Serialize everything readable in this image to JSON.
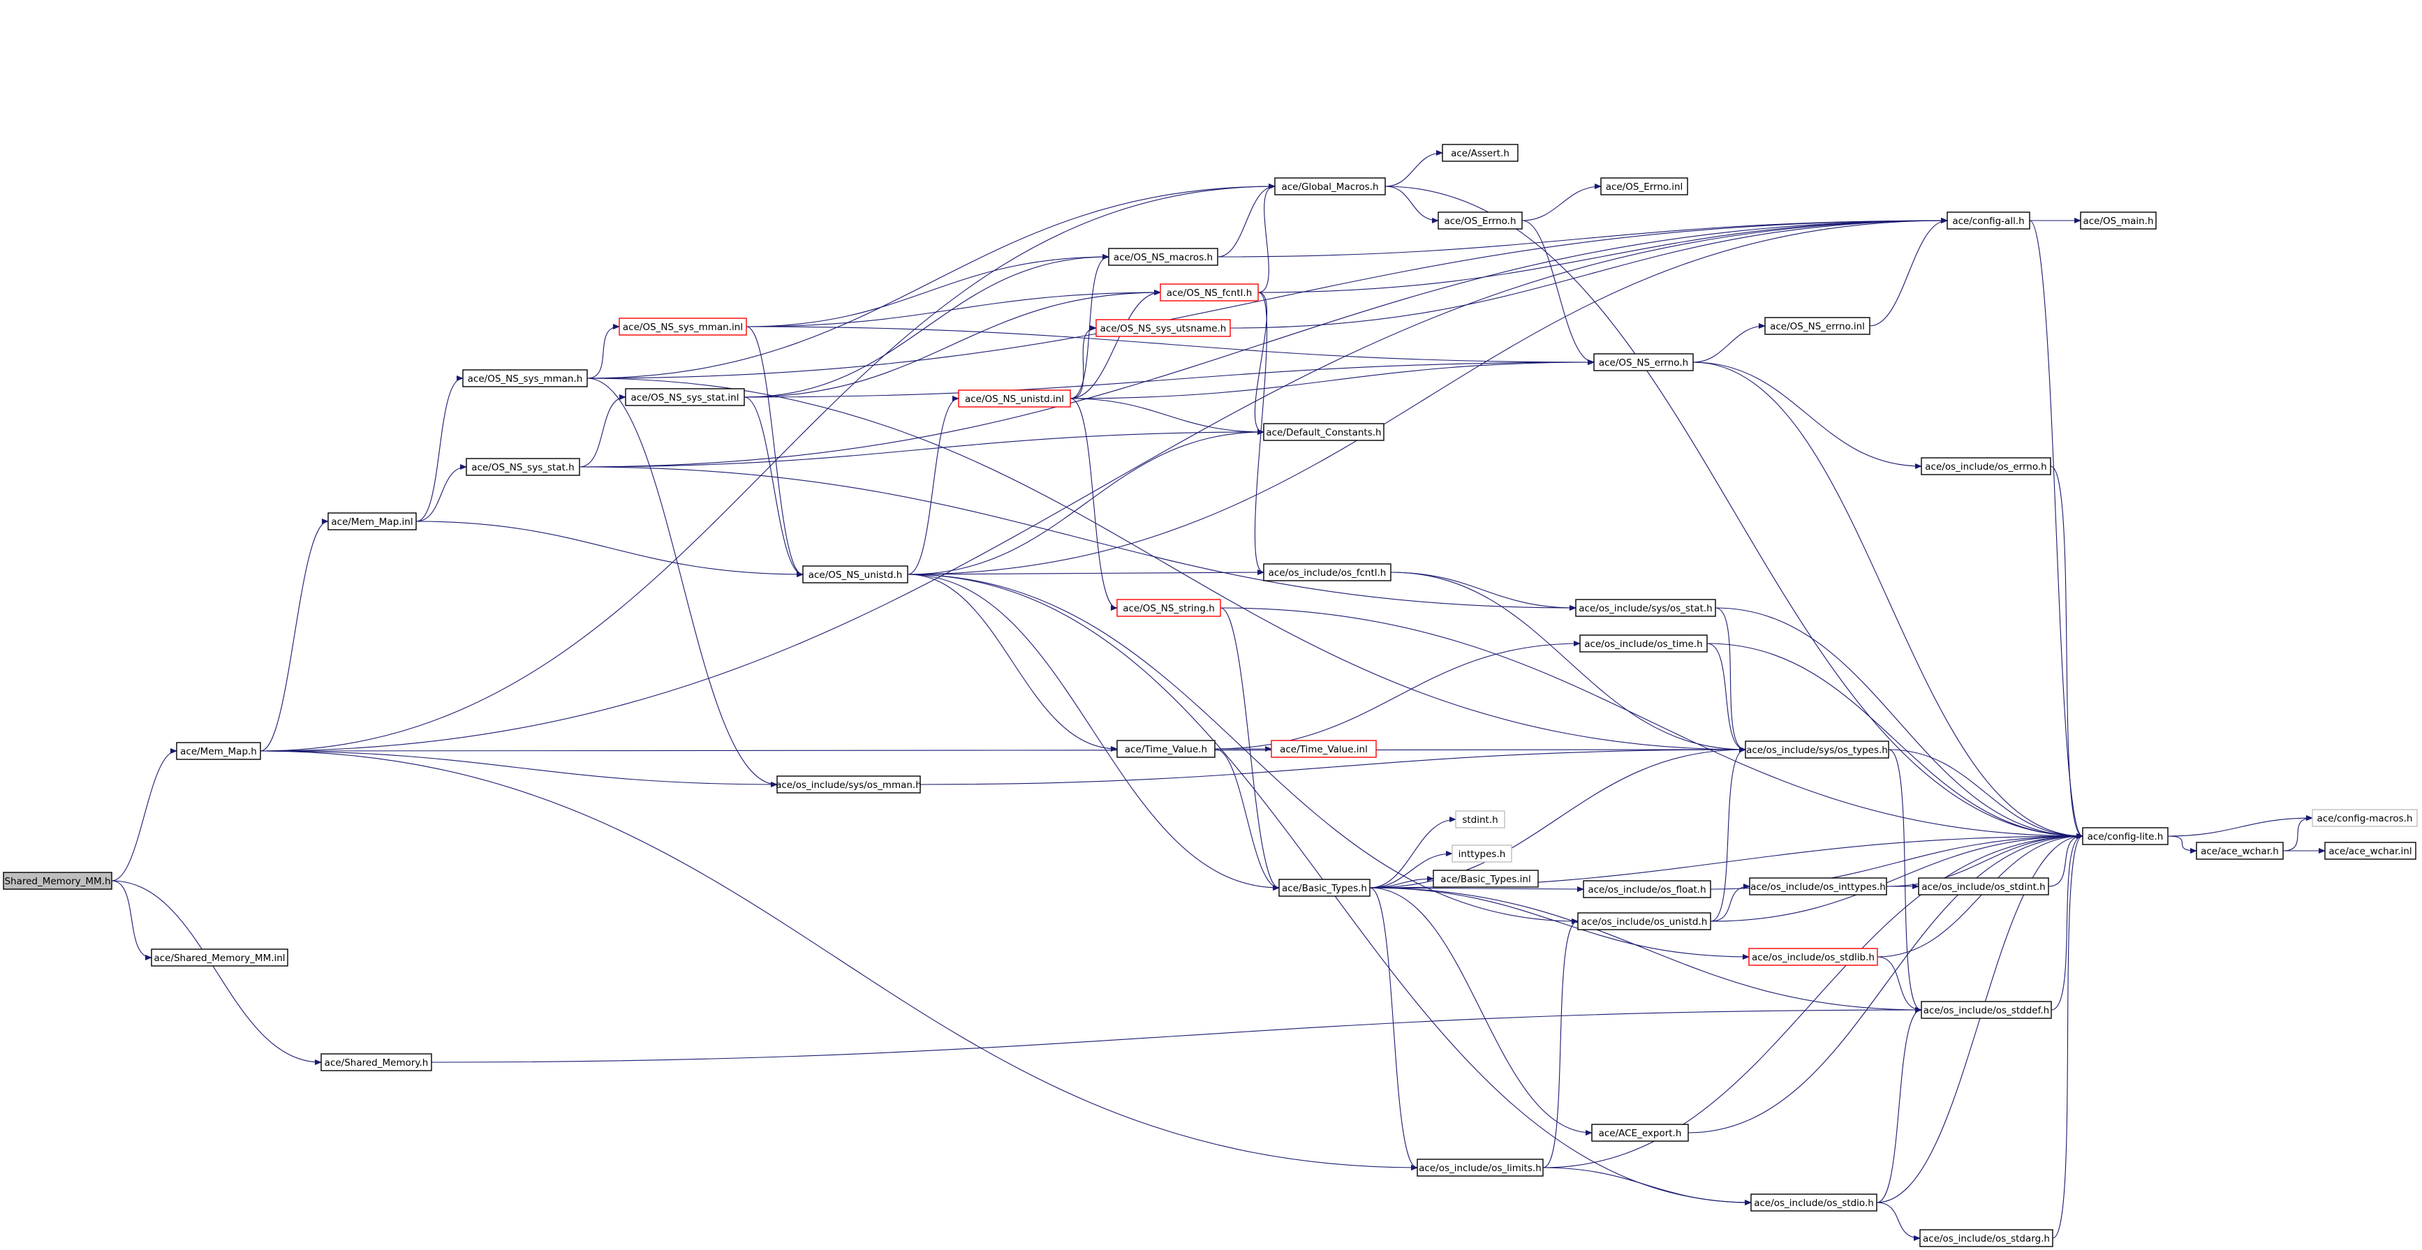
{
  "diagram": {
    "type": "include-dependency-graph",
    "root": "n_root",
    "nodes": [
      {
        "id": "n_root",
        "label": "Shared_Memory_MM.h",
        "style": "root"
      },
      {
        "id": "n_smm_inl",
        "label": "ace/Shared_Memory_MM.inl",
        "style": "normal"
      },
      {
        "id": "n_sm_h",
        "label": "ace/Shared_Memory.h",
        "style": "normal"
      },
      {
        "id": "n_memmap_h",
        "label": "ace/Mem_Map.h",
        "style": "normal"
      },
      {
        "id": "n_memmap_inl",
        "label": "ace/Mem_Map.inl",
        "style": "normal"
      },
      {
        "id": "n_ossysmman_h",
        "label": "ace/OS_NS_sys_mman.h",
        "style": "normal"
      },
      {
        "id": "n_ossysstat_h",
        "label": "ace/OS_NS_sys_stat.h",
        "style": "normal"
      },
      {
        "id": "n_ossysstat_inl",
        "label": "ace/OS_NS_sys_stat.inl",
        "style": "normal"
      },
      {
        "id": "n_ossysmman_inl",
        "label": "ace/OS_NS_sys_mman.inl",
        "style": "red"
      },
      {
        "id": "n_osunistd_h",
        "label": "ace/OS_NS_unistd.h",
        "style": "normal"
      },
      {
        "id": "n_osunistd_inl",
        "label": "ace/OS_NS_unistd.inl",
        "style": "red"
      },
      {
        "id": "n_osmacros_h",
        "label": "ace/OS_NS_macros.h",
        "style": "normal"
      },
      {
        "id": "n_osfcntl_h",
        "label": "ace/OS_NS_fcntl.h",
        "style": "red"
      },
      {
        "id": "n_osutsname_h",
        "label": "ace/OS_NS_sys_utsname.h",
        "style": "red"
      },
      {
        "id": "n_osstring_h",
        "label": "ace/OS_NS_string.h",
        "style": "red"
      },
      {
        "id": "n_timevalue_h",
        "label": "ace/Time_Value.h",
        "style": "normal"
      },
      {
        "id": "n_timevalue_inl",
        "label": "ace/Time_Value.inl",
        "style": "red"
      },
      {
        "id": "n_basictypes_h",
        "label": "ace/Basic_Types.h",
        "style": "normal"
      },
      {
        "id": "n_basictypes_inl",
        "label": "ace/Basic_Types.inl",
        "style": "normal"
      },
      {
        "id": "n_stdint_h",
        "label": "stdint.h",
        "style": "gray"
      },
      {
        "id": "n_inttypes_h",
        "label": "inttypes.h",
        "style": "gray"
      },
      {
        "id": "n_globalmacros_h",
        "label": "ace/Global_Macros.h",
        "style": "normal"
      },
      {
        "id": "n_assert_h",
        "label": "ace/Assert.h",
        "style": "normal"
      },
      {
        "id": "n_oserrno_h",
        "label": "ace/OS_Errno.h",
        "style": "normal"
      },
      {
        "id": "n_oserrno_inl",
        "label": "ace/OS_Errno.inl",
        "style": "normal"
      },
      {
        "id": "n_defaultconst_h",
        "label": "ace/Default_Constants.h",
        "style": "normal"
      },
      {
        "id": "n_osnserrno_h",
        "label": "ace/OS_NS_errno.h",
        "style": "normal"
      },
      {
        "id": "n_osnserrno_inl",
        "label": "ace/OS_NS_errno.inl",
        "style": "normal"
      },
      {
        "id": "n_osinc_errno_h",
        "label": "ace/os_include/os_errno.h",
        "style": "normal"
      },
      {
        "id": "n_osinc_fcntl_h",
        "label": "ace/os_include/os_fcntl.h",
        "style": "normal"
      },
      {
        "id": "n_osinc_sysstat_h",
        "label": "ace/os_include/sys/os_stat.h",
        "style": "normal"
      },
      {
        "id": "n_osinc_time_h",
        "label": "ace/os_include/os_time.h",
        "style": "normal"
      },
      {
        "id": "n_osinc_systypes_h",
        "label": "ace/os_include/sys/os_types.h",
        "style": "normal"
      },
      {
        "id": "n_osinc_sysmman_h",
        "label": "ace/os_include/sys/os_mman.h",
        "style": "normal"
      },
      {
        "id": "n_osinc_float_h",
        "label": "ace/os_include/os_float.h",
        "style": "normal"
      },
      {
        "id": "n_osinc_unistd_h",
        "label": "ace/os_include/os_unistd.h",
        "style": "normal"
      },
      {
        "id": "n_osinc_inttypes_h",
        "label": "ace/os_include/os_inttypes.h",
        "style": "normal"
      },
      {
        "id": "n_osinc_stdint_h",
        "label": "ace/os_include/os_stdint.h",
        "style": "normal"
      },
      {
        "id": "n_osinc_stdlib_h",
        "label": "ace/os_include/os_stdlib.h",
        "style": "red"
      },
      {
        "id": "n_osinc_stddef_h",
        "label": "ace/os_include/os_stddef.h",
        "style": "normal"
      },
      {
        "id": "n_aceexport_h",
        "label": "ace/ACE_export.h",
        "style": "normal"
      },
      {
        "id": "n_osinc_limits_h",
        "label": "ace/os_include/os_limits.h",
        "style": "normal"
      },
      {
        "id": "n_osinc_stdio_h",
        "label": "ace/os_include/os_stdio.h",
        "style": "normal"
      },
      {
        "id": "n_osinc_stdarg_h",
        "label": "ace/os_include/os_stdarg.h",
        "style": "normal"
      },
      {
        "id": "n_configall_h",
        "label": "ace/config-all.h",
        "style": "normal"
      },
      {
        "id": "n_osmain_h",
        "label": "ace/OS_main.h",
        "style": "normal"
      },
      {
        "id": "n_configlite_h",
        "label": "ace/config-lite.h",
        "style": "normal"
      },
      {
        "id": "n_configmacros_h",
        "label": "ace/config-macros.h",
        "style": "gray"
      },
      {
        "id": "n_acewchar_h",
        "label": "ace/ace_wchar.h",
        "style": "normal"
      },
      {
        "id": "n_acewchar_inl",
        "label": "ace/ace_wchar.inl",
        "style": "normal"
      }
    ],
    "edges": [
      [
        "n_root",
        "n_memmap_h"
      ],
      [
        "n_root",
        "n_smm_inl"
      ],
      [
        "n_root",
        "n_sm_h"
      ],
      [
        "n_sm_h",
        "n_osinc_stddef_h"
      ],
      [
        "n_memmap_h",
        "n_memmap_inl"
      ],
      [
        "n_memmap_h",
        "n_globalmacros_h"
      ],
      [
        "n_memmap_h",
        "n_configall_h"
      ],
      [
        "n_memmap_h",
        "n_osinc_sysmman_h"
      ],
      [
        "n_memmap_h",
        "n_osinc_systypes_h"
      ],
      [
        "n_memmap_h",
        "n_osinc_limits_h"
      ],
      [
        "n_memmap_inl",
        "n_ossysmman_h"
      ],
      [
        "n_memmap_inl",
        "n_ossysstat_h"
      ],
      [
        "n_memmap_inl",
        "n_osunistd_h"
      ],
      [
        "n_ossysmman_h",
        "n_ossysmman_inl"
      ],
      [
        "n_ossysmman_h",
        "n_configall_h"
      ],
      [
        "n_ossysmman_h",
        "n_globalmacros_h"
      ],
      [
        "n_ossysmman_h",
        "n_osinc_sysmman_h"
      ],
      [
        "n_ossysmman_h",
        "n_osinc_systypes_h"
      ],
      [
        "n_ossysstat_h",
        "n_ossysstat_inl"
      ],
      [
        "n_ossysstat_h",
        "n_configall_h"
      ],
      [
        "n_ossysstat_h",
        "n_defaultconst_h"
      ],
      [
        "n_ossysstat_h",
        "n_osinc_sysstat_h"
      ],
      [
        "n_ossysstat_inl",
        "n_osfcntl_h"
      ],
      [
        "n_ossysstat_inl",
        "n_osunistd_h"
      ],
      [
        "n_ossysstat_inl",
        "n_osnserrno_h"
      ],
      [
        "n_ossysstat_inl",
        "n_osmacros_h"
      ],
      [
        "n_ossysmman_inl",
        "n_osmacros_h"
      ],
      [
        "n_ossysmman_inl",
        "n_osfcntl_h"
      ],
      [
        "n_ossysmman_inl",
        "n_osunistd_h"
      ],
      [
        "n_ossysmman_inl",
        "n_osnserrno_h"
      ],
      [
        "n_osunistd_h",
        "n_osunistd_inl"
      ],
      [
        "n_osunistd_h",
        "n_configall_h"
      ],
      [
        "n_osunistd_h",
        "n_timevalue_h"
      ],
      [
        "n_osunistd_h",
        "n_basictypes_h"
      ],
      [
        "n_osunistd_h",
        "n_osinc_unistd_h"
      ],
      [
        "n_osunistd_h",
        "n_osinc_stdio_h"
      ],
      [
        "n_osunistd_h",
        "n_osinc_fcntl_h"
      ],
      [
        "n_osunistd_h",
        "n_defaultconst_h"
      ],
      [
        "n_osunistd_inl",
        "n_osmacros_h"
      ],
      [
        "n_osunistd_inl",
        "n_osfcntl_h"
      ],
      [
        "n_osunistd_inl",
        "n_osutsname_h"
      ],
      [
        "n_osunistd_inl",
        "n_osstring_h"
      ],
      [
        "n_osunistd_inl",
        "n_osnserrno_h"
      ],
      [
        "n_osunistd_inl",
        "n_defaultconst_h"
      ],
      [
        "n_osmacros_h",
        "n_configall_h"
      ],
      [
        "n_osmacros_h",
        "n_globalmacros_h"
      ],
      [
        "n_osfcntl_h",
        "n_configall_h"
      ],
      [
        "n_osfcntl_h",
        "n_osinc_fcntl_h"
      ],
      [
        "n_osfcntl_h",
        "n_defaultconst_h"
      ],
      [
        "n_osfcntl_h",
        "n_globalmacros_h"
      ],
      [
        "n_osutsname_h",
        "n_configall_h"
      ],
      [
        "n_osstring_h",
        "n_basictypes_h"
      ],
      [
        "n_osstring_h",
        "n_configlite_h"
      ],
      [
        "n_timevalue_h",
        "n_timevalue_inl"
      ],
      [
        "n_timevalue_h",
        "n_osinc_time_h"
      ],
      [
        "n_timevalue_h",
        "n_basictypes_h"
      ],
      [
        "n_basictypes_h",
        "n_stdint_h"
      ],
      [
        "n_basictypes_h",
        "n_inttypes_h"
      ],
      [
        "n_basictypes_h",
        "n_basictypes_inl"
      ],
      [
        "n_basictypes_h",
        "n_osinc_limits_h"
      ],
      [
        "n_basictypes_h",
        "n_osinc_float_h"
      ],
      [
        "n_basictypes_h",
        "n_osinc_stdlib_h"
      ],
      [
        "n_basictypes_h",
        "n_osinc_stddef_h"
      ],
      [
        "n_basictypes_h",
        "n_aceexport_h"
      ],
      [
        "n_basictypes_h",
        "n_configlite_h"
      ],
      [
        "n_basictypes_h",
        "n_osinc_systypes_h"
      ],
      [
        "n_globalmacros_h",
        "n_assert_h"
      ],
      [
        "n_globalmacros_h",
        "n_oserrno_h"
      ],
      [
        "n_globalmacros_h",
        "n_configlite_h"
      ],
      [
        "n_oserrno_h",
        "n_oserrno_inl"
      ],
      [
        "n_oserrno_h",
        "n_osnserrno_h"
      ],
      [
        "n_osnserrno_h",
        "n_osnserrno_inl"
      ],
      [
        "n_osnserrno_h",
        "n_osinc_errno_h"
      ],
      [
        "n_osnserrno_h",
        "n_configlite_h"
      ],
      [
        "n_osnserrno_inl",
        "n_configall_h"
      ],
      [
        "n_osinc_errno_h",
        "n_configlite_h"
      ],
      [
        "n_osinc_fcntl_h",
        "n_osinc_sysstat_h"
      ],
      [
        "n_osinc_fcntl_h",
        "n_osinc_systypes_h"
      ],
      [
        "n_osinc_sysstat_h",
        "n_osinc_systypes_h"
      ],
      [
        "n_osinc_sysstat_h",
        "n_configlite_h"
      ],
      [
        "n_osinc_time_h",
        "n_osinc_systypes_h"
      ],
      [
        "n_osinc_time_h",
        "n_configlite_h"
      ],
      [
        "n_osinc_systypes_h",
        "n_osinc_stddef_h"
      ],
      [
        "n_osinc_systypes_h",
        "n_configlite_h"
      ],
      [
        "n_osinc_sysmman_h",
        "n_osinc_systypes_h"
      ],
      [
        "n_osinc_float_h",
        "n_configlite_h"
      ],
      [
        "n_osinc_unistd_h",
        "n_osinc_inttypes_h"
      ],
      [
        "n_osinc_unistd_h",
        "n_osinc_systypes_h"
      ],
      [
        "n_osinc_unistd_h",
        "n_configlite_h"
      ],
      [
        "n_osinc_inttypes_h",
        "n_osinc_stdint_h"
      ],
      [
        "n_osinc_inttypes_h",
        "n_configlite_h"
      ],
      [
        "n_osinc_stdint_h",
        "n_configlite_h"
      ],
      [
        "n_osinc_stdlib_h",
        "n_osinc_stddef_h"
      ],
      [
        "n_osinc_stdlib_h",
        "n_configlite_h"
      ],
      [
        "n_osinc_stddef_h",
        "n_configlite_h"
      ],
      [
        "n_aceexport_h",
        "n_configlite_h"
      ],
      [
        "n_osinc_limits_h",
        "n_osinc_unistd_h"
      ],
      [
        "n_osinc_limits_h",
        "n_osinc_stdio_h"
      ],
      [
        "n_osinc_limits_h",
        "n_configlite_h"
      ],
      [
        "n_osinc_stdio_h",
        "n_osinc_stddef_h"
      ],
      [
        "n_osinc_stdio_h",
        "n_osinc_stdarg_h"
      ],
      [
        "n_osinc_stdio_h",
        "n_configlite_h"
      ],
      [
        "n_osinc_stdarg_h",
        "n_configlite_h"
      ],
      [
        "n_configall_h",
        "n_osmain_h"
      ],
      [
        "n_configall_h",
        "n_configlite_h"
      ],
      [
        "n_configlite_h",
        "n_configmacros_h"
      ],
      [
        "n_configlite_h",
        "n_acewchar_h"
      ],
      [
        "n_acewchar_h",
        "n_configmacros_h"
      ],
      [
        "n_acewchar_h",
        "n_acewchar_inl"
      ]
    ]
  }
}
